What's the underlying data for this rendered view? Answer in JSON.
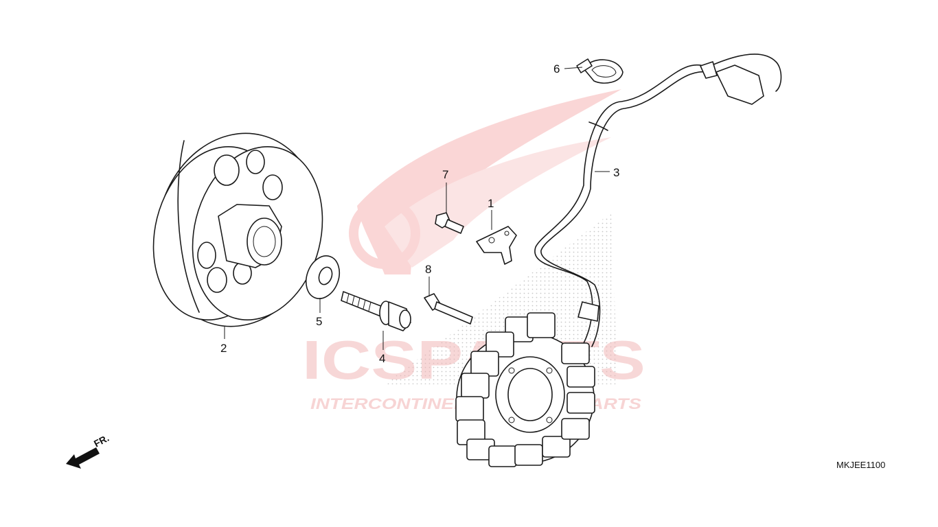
{
  "diagram": {
    "drawing_code": "MKJEE1100",
    "front_indicator": "FR.",
    "watermark": {
      "brand": "ICSPARTS",
      "tagline": "INTERCONTINENTAL SPARE PARTS"
    },
    "callouts": [
      {
        "id": "1",
        "label": "1",
        "part": "bracket"
      },
      {
        "id": "2",
        "label": "2",
        "part": "flywheel"
      },
      {
        "id": "3",
        "label": "3",
        "part": "stator-wire-harness"
      },
      {
        "id": "4",
        "label": "4",
        "part": "flange-bolt"
      },
      {
        "id": "5",
        "label": "5",
        "part": "washer"
      },
      {
        "id": "6",
        "label": "6",
        "part": "wire-clamp"
      },
      {
        "id": "7",
        "label": "7",
        "part": "bolt"
      },
      {
        "id": "8",
        "label": "8",
        "part": "bolt"
      }
    ]
  }
}
